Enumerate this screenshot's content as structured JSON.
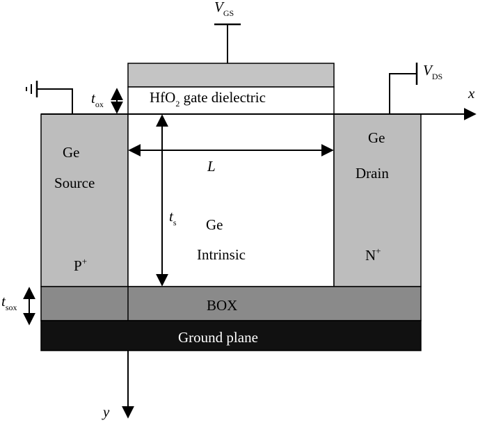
{
  "diagram": {
    "colors": {
      "contact_gray": "#bdbdbd",
      "gate_gray": "#c4c4c4",
      "box_gray": "#8a8a8a",
      "ground_black": "#111111",
      "outline": "#000000"
    },
    "gate_dielectric": {
      "main": "HfO",
      "sub": "2",
      "rest": " gate dielectric"
    },
    "source": {
      "line1": "Ge",
      "line2": "Source",
      "doping": "P",
      "doping_sup": "+"
    },
    "drain": {
      "line1": "Ge",
      "line2": "Drain",
      "doping": "N",
      "doping_sup": "+"
    },
    "channel": {
      "line1": "Ge",
      "line2": "Intrinsic"
    },
    "box_label": "BOX",
    "ground_plane_label": "Ground plane",
    "dims": {
      "t_ox": {
        "main": "t",
        "sub": "ox"
      },
      "t_s": {
        "main": "t",
        "sub": "s"
      },
      "t_sox": {
        "main": "t",
        "sub": "sox"
      },
      "L": "L"
    },
    "voltages": {
      "vgs": {
        "main": "V",
        "sub": "GS"
      },
      "vds": {
        "main": "V",
        "sub": "DS"
      }
    },
    "axes": {
      "x": "x",
      "y": "y"
    }
  }
}
